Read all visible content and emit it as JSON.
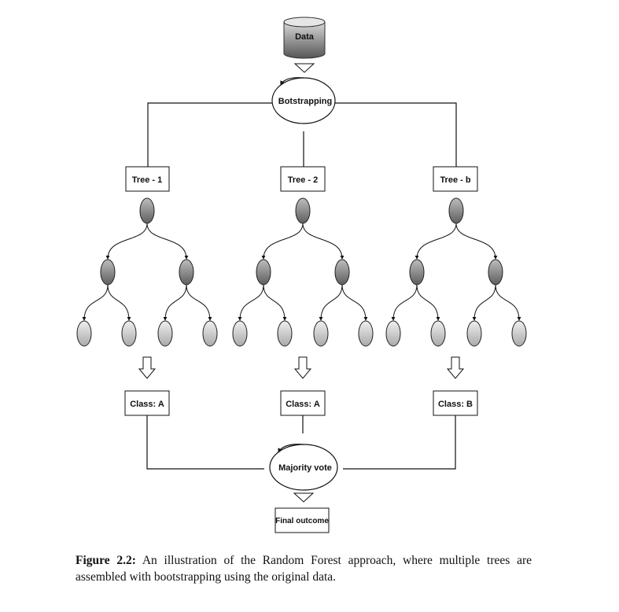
{
  "diagram": {
    "data_label": "Data",
    "bootstrap_label": "Botstrapping",
    "trees": [
      {
        "label": "Tree - 1",
        "class_label": "Class: A"
      },
      {
        "label": "Tree - 2",
        "class_label": "Class: A"
      },
      {
        "label": "Tree - b",
        "class_label": "Class: B"
      }
    ],
    "majority_label": "Majority vote",
    "final_label": "Final outcome"
  },
  "caption": {
    "label": "Figure 2.2:",
    "text": "An illustration of the Random Forest approach, where multiple trees are assembled with bootstrapping using the original data."
  },
  "colors": {
    "root_node": "#7f7f7f",
    "mid_node": "#7a7a7a",
    "leaf_node": "#c8c8c8",
    "line": "#111111"
  }
}
